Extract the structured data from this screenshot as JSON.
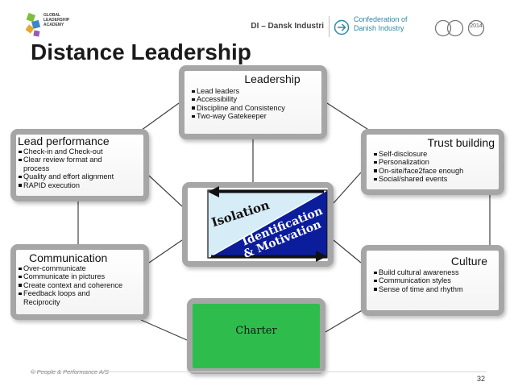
{
  "header": {
    "logo_text": "GLOBAL LEADERSHIP ACADEMY",
    "org_name": "DI – Dansk Industri",
    "confederation": "Confederation of Danish Industry",
    "year": "2014",
    "icon": "arrow-circle-icon"
  },
  "title": "Distance Leadership",
  "boxes": {
    "leadership": {
      "title": "Leadership",
      "items": [
        "Lead leaders",
        "Accessibility",
        "Discipline and Consistency",
        "Two-way Gatekeeper"
      ]
    },
    "lead_performance": {
      "title": "Lead performance",
      "items": [
        "Check-in and Check-out",
        "Clear review format and process",
        "Quality and effort alignment",
        "RAPID execution"
      ]
    },
    "trust_building": {
      "title": "Trust building",
      "items": [
        "Self-disclosure",
        "Personalization",
        "On-site/face2face enough",
        "Social/shared events"
      ]
    },
    "communication": {
      "title": "Communication",
      "items": [
        "Over-communicate",
        "Communicate in pictures",
        "Create context and coherence",
        "Feedback loops and Reciprocity"
      ]
    },
    "culture": {
      "title": "Culture",
      "items": [
        "Build cultural awareness",
        "Communication styles",
        "Sense of time and rhythm"
      ]
    },
    "charter": {
      "title": "Charter"
    }
  },
  "center": {
    "isolation": "Isolation",
    "identification_line1": "Identification",
    "identification_line2": "& Motivation",
    "light_color": "#d6ecf6",
    "dark_color": "#0c1d9c"
  },
  "footer": {
    "copyright": "© People & Performance A/S",
    "page": "32"
  },
  "colors": {
    "box_border": "#a6a6a6",
    "charter_green": "#2ebd4d",
    "connector": "#3f3f3f",
    "accent_blue": "#2f89a8"
  }
}
